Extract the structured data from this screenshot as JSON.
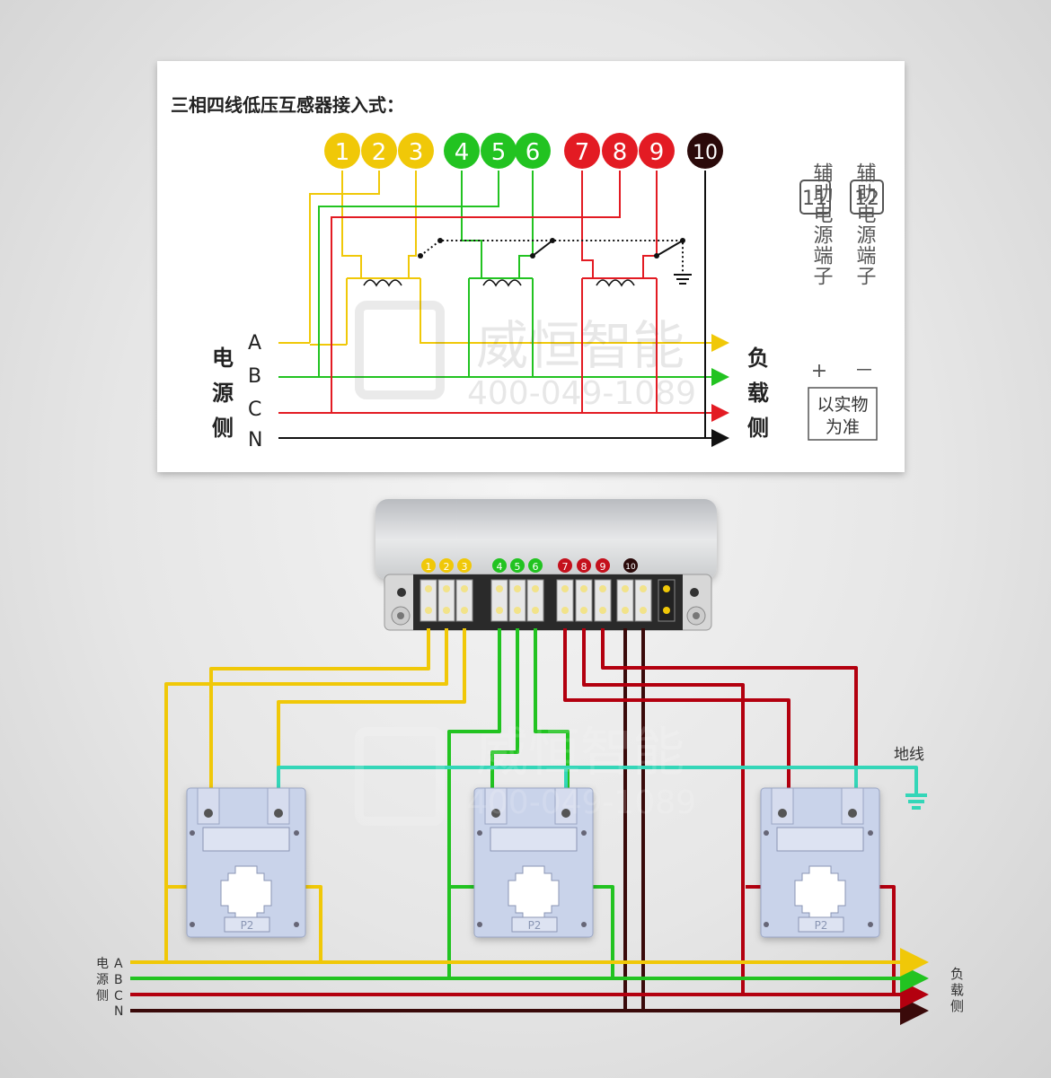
{
  "panel": {
    "title": "三相四线低压互感器接入式：",
    "terminals": [
      "1",
      "2",
      "3",
      "4",
      "5",
      "6",
      "7",
      "8",
      "9",
      "10"
    ],
    "aux_terminals": [
      "11",
      "12"
    ],
    "aux_label_left": "辅助电源端子",
    "aux_label_right": "辅助电源端子",
    "aux_sign_left": "+",
    "aux_sign_right": "－",
    "note_line1": "以实物",
    "note_line2": "为准",
    "source_side": [
      "电",
      "源",
      "侧"
    ],
    "load_side": [
      "负",
      "载",
      "侧"
    ],
    "phase_labels": [
      "A",
      "B",
      "C",
      "N"
    ]
  },
  "lower": {
    "terminals": [
      "1",
      "2",
      "3",
      "4",
      "5",
      "6",
      "7",
      "8",
      "9",
      "10"
    ],
    "ground_label": "地线",
    "ct_label": "P2",
    "source_side": [
      "电",
      "源",
      "侧"
    ],
    "load_side": [
      "负",
      "载",
      "侧"
    ],
    "phase_labels": [
      "A",
      "B",
      "C",
      "N"
    ]
  },
  "watermark": {
    "brand": "威恒智能",
    "phone": "400-049-1089"
  },
  "colors": {
    "yellow": "#f0c808",
    "green": "#22c321",
    "red": "#e31b23",
    "black": "#111111",
    "dark_red": "#b3000f",
    "dark_black": "#3a0a0a",
    "ground_teal": "#34d6b8",
    "ct_body": "#c9d3ea"
  }
}
